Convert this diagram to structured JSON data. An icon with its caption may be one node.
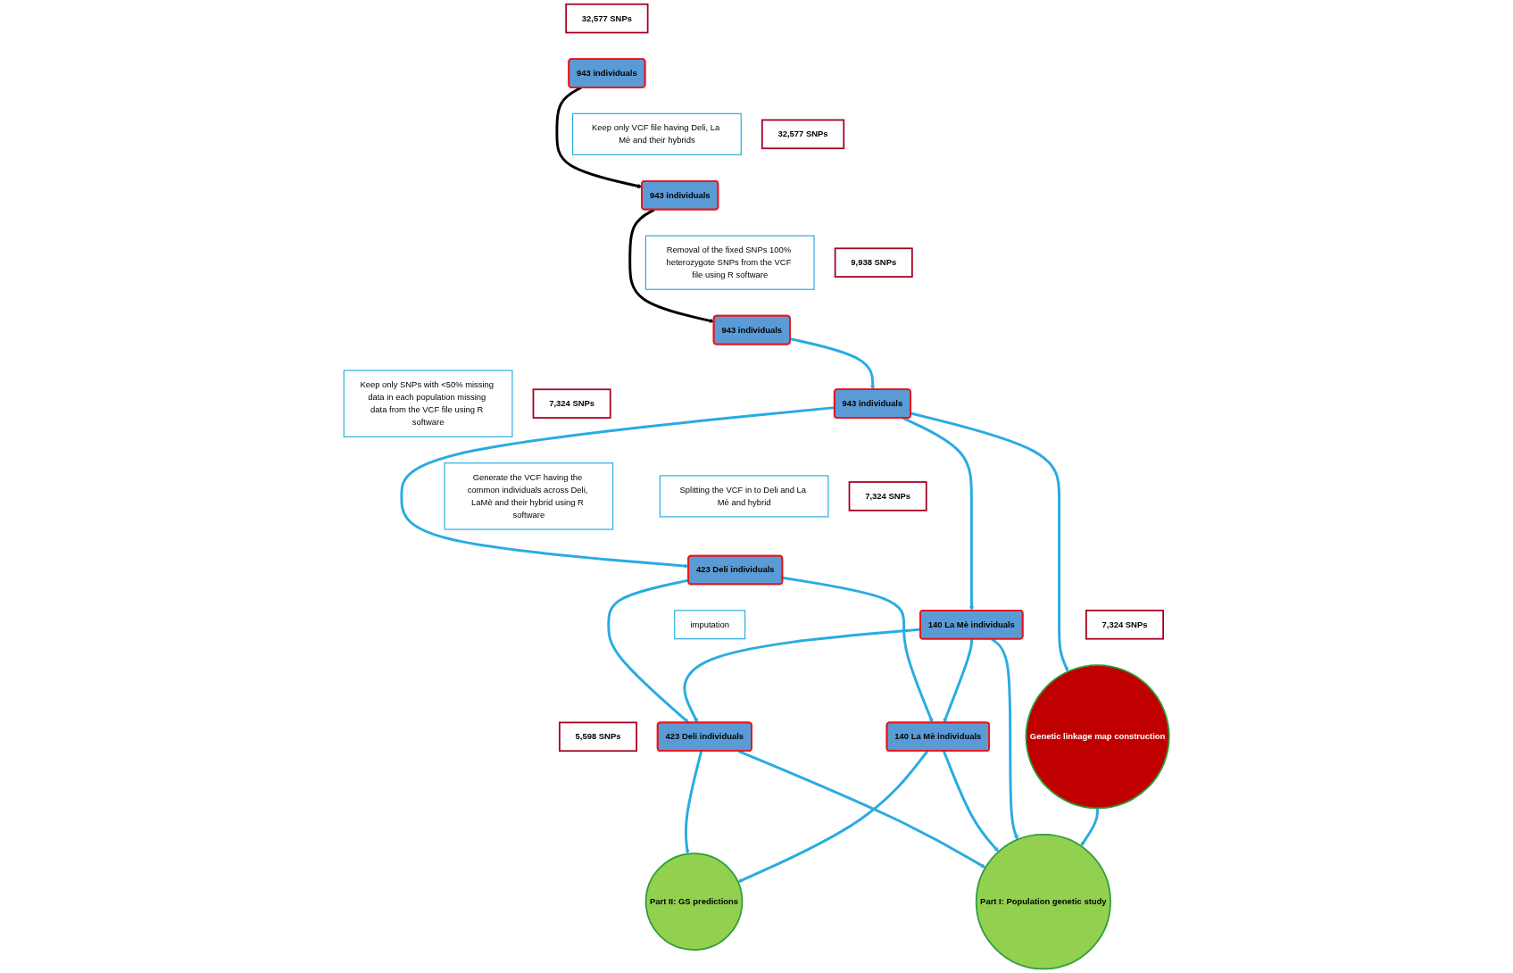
{
  "diagram": {
    "nodes": [
      {
        "text": [
          "32,577 SNPs"
        ]
      },
      {
        "text": [
          "943 individuals"
        ]
      },
      {
        "text": [
          "Keep only VCF file having Deli, La Mè and their hybrids"
        ]
      },
      {
        "text": [
          "Part II: GS predictions"
        ]
      },
      {
        "text": [
          "Part I: Population genetic study"
        ]
      },
      {
        "text": [
          "32,577 SNPs"
        ]
      },
      {
        "text": [
          "943 individuals"
        ]
      },
      {
        "text": [
          "Removal of the fixed SNPs 100% heterozygote SNPs from the VCF file using R software"
        ]
      },
      {
        "text": [
          "5,598 SNPs"
        ]
      },
      {
        "text": [
          "423 Deli individuals"
        ]
      },
      {
        "text": [
          "140 La Mè individuals"
        ]
      },
      {
        "text": [
          "9,938 SNPs"
        ]
      },
      {
        "text": [
          "943 individuals"
        ]
      },
      {
        "text": [
          "imputation"
        ]
      },
      {
        "text": [
          "Keep only SNPs with <50% missing data in each population missing data from the VCF file using R software"
        ]
      },
      {
        "text": [
          "7,324 SNPs"
        ]
      },
      {
        "text": [
          "423 Deli individuals"
        ]
      },
      {
        "text": [
          "140 La Mè individuals"
        ]
      },
      {
        "text": [
          "7,324 SNPs"
        ]
      },
      {
        "text": [
          "Generate the VCF having the common individuals across Deli, LaMè and their hybrid using R software"
        ]
      },
      {
        "text": [
          "Splitting the VCF in to Deli and La Mè and hybrid"
        ]
      },
      {
        "text": [
          "7,324 SNPs"
        ]
      },
      {
        "text": [
          "943 individuals"
        ]
      },
      {
        "text": [
          "Genetic linkage map construction"
        ]
      }
    ],
    "edges": [
      {
        "from": 1,
        "to": 6,
        "arrow": "to",
        "color": "#000000"
      },
      {
        "from": 6,
        "to": 12,
        "arrow": "to",
        "color": "#000000"
      },
      {
        "from": 12,
        "to": 22,
        "arrow": "to"
      },
      {
        "from": 22,
        "to": 23,
        "arrow": "to"
      },
      {
        "from": 22,
        "to": 16,
        "arrow": "to"
      },
      {
        "from": 22,
        "to": 17,
        "arrow": "to"
      },
      {
        "from": 16,
        "to": 9,
        "arrow": "to"
      },
      {
        "from": 16,
        "to": 10,
        "arrow": "to"
      },
      {
        "from": 17,
        "to": 9,
        "arrow": "to"
      },
      {
        "from": 17,
        "to": 10,
        "arrow": "to"
      },
      {
        "from": 9,
        "to": 3,
        "arrow": "to"
      },
      {
        "from": 10,
        "to": 3,
        "arrow": "to"
      },
      {
        "from": 9,
        "to": 4,
        "arrow": "to"
      },
      {
        "from": 10,
        "to": 4,
        "arrow": "to"
      },
      {
        "from": 17,
        "to": 4,
        "arrow": "to"
      },
      {
        "from": 23,
        "to": 4,
        "arrow": "to"
      }
    ]
  }
}
